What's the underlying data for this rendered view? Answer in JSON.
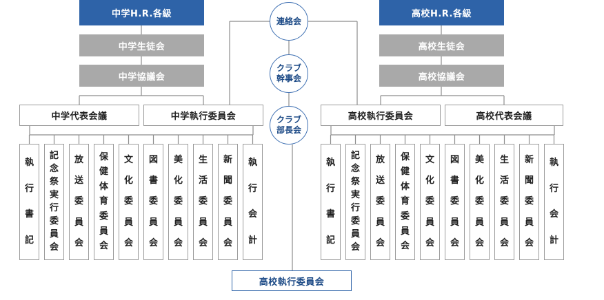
{
  "top": {
    "jhs_hr": "中学H.R.各級",
    "hs_hr": "高校H.R.各級",
    "renrakukai": [
      "連絡会"
    ],
    "club_kanji": [
      "クラブ",
      "幹事会"
    ],
    "club_bucho": [
      "クラブ",
      "部長会"
    ]
  },
  "jhs": {
    "student_council": "中学生徒会",
    "council": "中学協議会",
    "rep_council": "中学代表会議",
    "exec_committee": "中学執行委員会"
  },
  "hs": {
    "student_council": "高校生徒会",
    "council": "高校協議会",
    "rep_council": "高校代表会議",
    "exec_committee": "高校執行委員会"
  },
  "bottom": {
    "hs_exec": "高校執行委員会"
  },
  "committees_left": [
    "執行書記",
    "記念祭実行委員会",
    "放送委員会",
    "保健体育委員会",
    "文化委員会",
    "図書委員会",
    "美化委員会",
    "生活委員会",
    "新聞委員会",
    "執行会計"
  ],
  "committees_right": [
    "執行書記",
    "記念祭実行委員会",
    "放送委員会",
    "保健体育委員会",
    "文化委員会",
    "図書委員会",
    "美化委員会",
    "生活委員会",
    "新聞委員会",
    "執行会計"
  ],
  "colors": {
    "blue": "#2e63a8",
    "gray": "#a9a9a9",
    "line": "#8c8c8c"
  }
}
